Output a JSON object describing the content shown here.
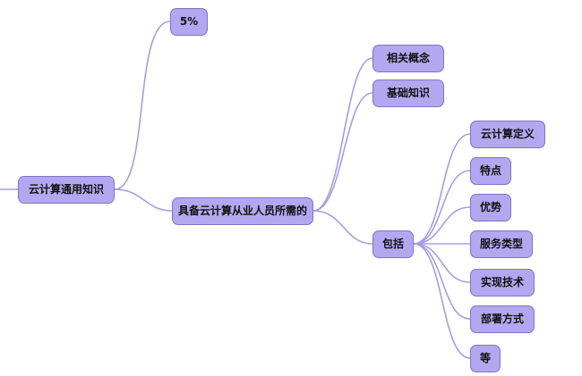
{
  "colors": {
    "node_fill": "#b3a8f0",
    "node_border": "#7f74c4",
    "link": "#a89ce0",
    "text": "#111111",
    "background": "#ffffff"
  },
  "nodes": {
    "root": "云计算通用知识",
    "percent": "5%",
    "requirement": "具备云计算从业人员所需的",
    "concepts": "相关概念",
    "basics": "基础知识",
    "includes": "包括",
    "definition": "云计算定义",
    "features": "特点",
    "advantages": "优势",
    "service_types": "服务类型",
    "implementation": "实现技术",
    "deployment": "部署方式",
    "etc": "等"
  }
}
